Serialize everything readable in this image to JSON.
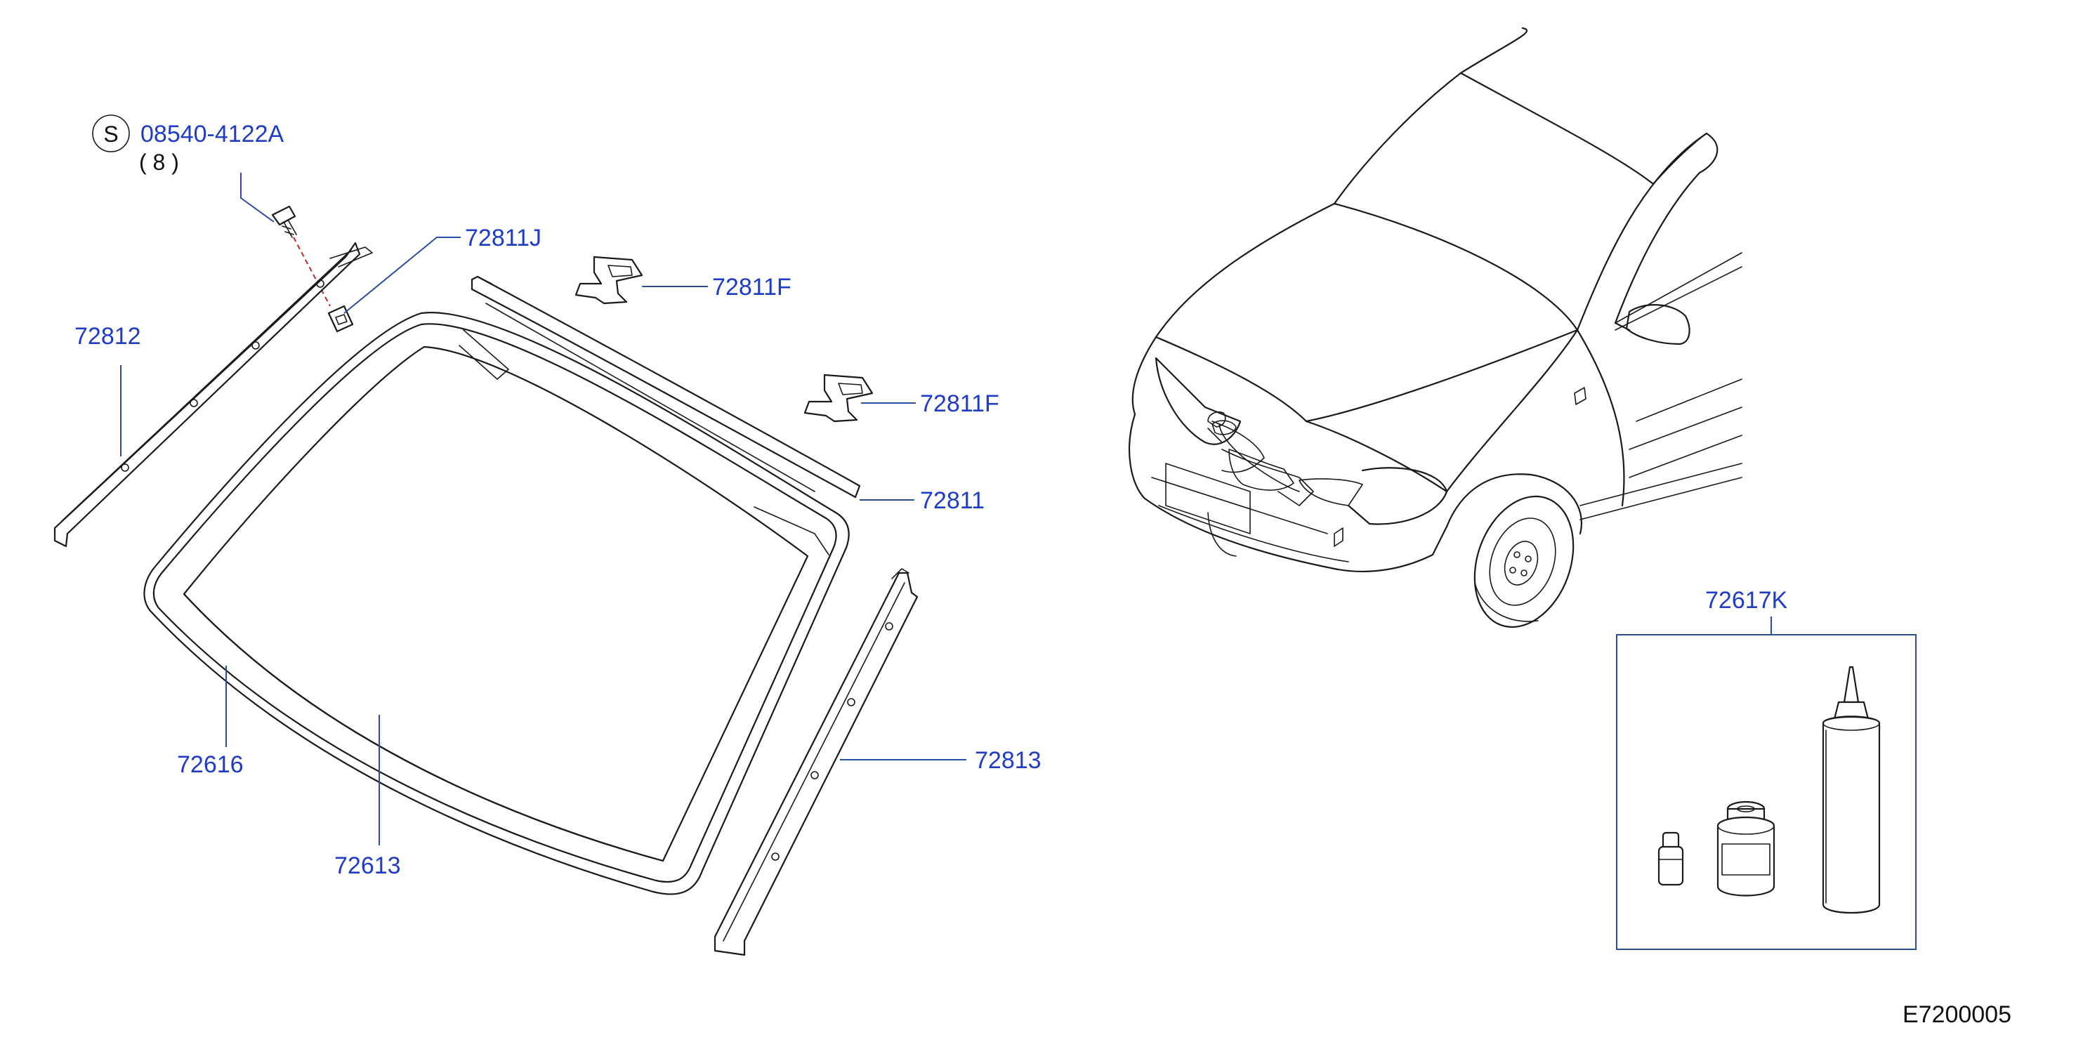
{
  "diagram": {
    "screw_symbol": "S",
    "labels": {
      "screw_part": "08540-4122A",
      "screw_qty": "( 8 )",
      "clip_j": "72811J",
      "clip_f_upper": "72811F",
      "clip_f_lower": "72811F",
      "upper_molding": "72811",
      "left_molding": "72812",
      "right_molding": "72813",
      "dam_rubber": "72616",
      "windshield_glass": "72613",
      "adhesive_kit": "72617K"
    },
    "diagram_code": "E7200005",
    "colors": {
      "label_blue": "#1f3cc8",
      "leader_blue": "#2a4fa0",
      "leader_red": "#c0272d",
      "line": "#1a1a1a"
    }
  }
}
